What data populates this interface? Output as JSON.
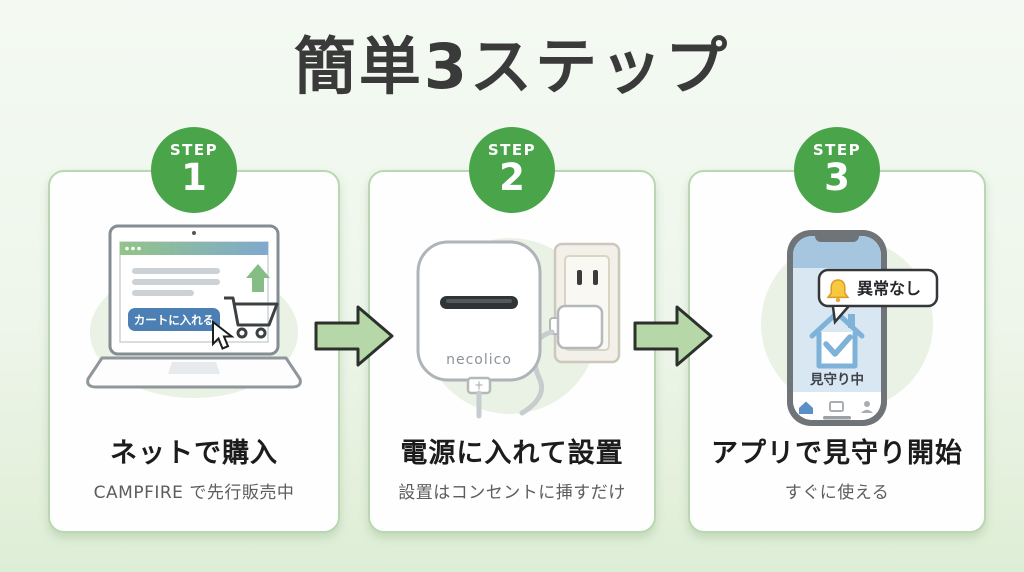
{
  "page": {
    "title": "簡単3ステップ"
  },
  "colors": {
    "background_top": "#f4faf3",
    "background_bottom": "#ddeed6",
    "card_background": "#fefefe",
    "card_border": "#b9d8b2",
    "step_badge_green": "#4aa54a",
    "arrow_fill": "#b6d8a8",
    "arrow_outline": "#2c312c",
    "cart_button_blue": "#4c7fb3",
    "bell_yellow": "#f8c83f",
    "phone_screen_blue": "#d9e7f3",
    "house_icon_blue": "#7fb2d9"
  },
  "steps": [
    {
      "badge_label": "STEP",
      "number": "1",
      "title": "ネットで購入",
      "subtitle": "CAMPFIRE で先行販売中",
      "illustration": {
        "name": "laptop-online-shop",
        "cart_button_label": "カートに入れる",
        "icons": [
          "browser-window-icon",
          "cart-icon",
          "arrow-up-icon",
          "cursor-icon"
        ]
      }
    },
    {
      "badge_label": "STEP",
      "number": "2",
      "title": "電源に入れて設置",
      "subtitle": "設置はコンセントに挿すだけ",
      "illustration": {
        "name": "device-plugged-into-outlet",
        "device_name": "necolico",
        "icons": [
          "power-outlet-icon",
          "usb-adapter-icon",
          "usb-cable-icon"
        ]
      }
    },
    {
      "badge_label": "STEP",
      "number": "3",
      "title": "アプリで見守り開始",
      "subtitle": "すぐに使える",
      "illustration": {
        "name": "smartphone-monitoring-app",
        "notification_text": "異常なし",
        "status_text": "見守り中",
        "icons": [
          "bell-icon",
          "house-check-icon",
          "home-icon",
          "devices-icon",
          "profile-icon"
        ]
      }
    }
  ],
  "arrows": [
    {
      "name": "arrow-right"
    },
    {
      "name": "arrow-right"
    }
  ]
}
